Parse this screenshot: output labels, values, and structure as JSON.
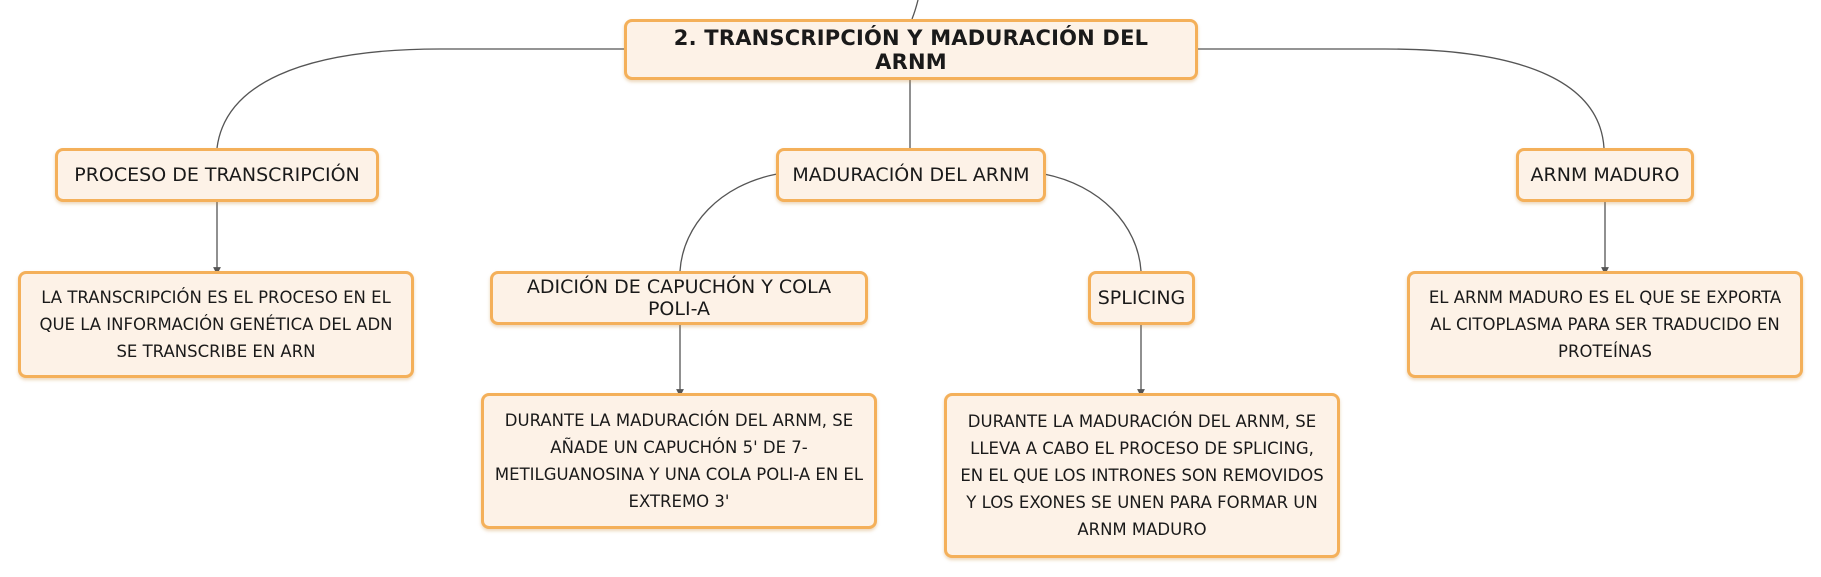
{
  "diagram": {
    "root": {
      "label": "2. TRANSCRIPCIÓN Y MADURACIÓN DEL ARNM"
    },
    "branches": {
      "transcription": {
        "label": "PROCESO DE TRANSCRIPCIÓN",
        "detail": "LA TRANSCRIPCIÓN ES EL PROCESO EN EL QUE LA INFORMACIÓN GENÉTICA DEL ADN SE TRANSCRIBE EN ARN"
      },
      "maturation": {
        "label": "MADURACIÓN DEL ARNM",
        "children": {
          "capping": {
            "label": "ADICIÓN DE CAPUCHÓN Y COLA POLI-A",
            "detail": "DURANTE LA MADURACIÓN DEL ARNM, SE AÑADE UN CAPUCHÓN 5' DE 7-METILGUANOSINA Y UNA COLA POLI-A EN EL EXTREMO 3'"
          },
          "splicing": {
            "label": "SPLICING",
            "detail": "DURANTE LA MADURACIÓN DEL ARNM, SE LLEVA A CABO EL PROCESO DE SPLICING, EN EL QUE LOS INTRONES SON REMOVIDOS Y LOS EXONES SE UNEN PARA FORMAR UN ARNM MADURO"
          }
        }
      },
      "mature": {
        "label": "ARNM MADURO",
        "detail": "EL ARNM MADURO ES EL QUE SE EXPORTA AL CITOPLASMA PARA SER TRADUCIDO EN PROTEÍNAS"
      }
    }
  },
  "colors": {
    "node_fill": "#fdf2e7",
    "node_border": "#f4b05a",
    "connector": "#555555"
  }
}
